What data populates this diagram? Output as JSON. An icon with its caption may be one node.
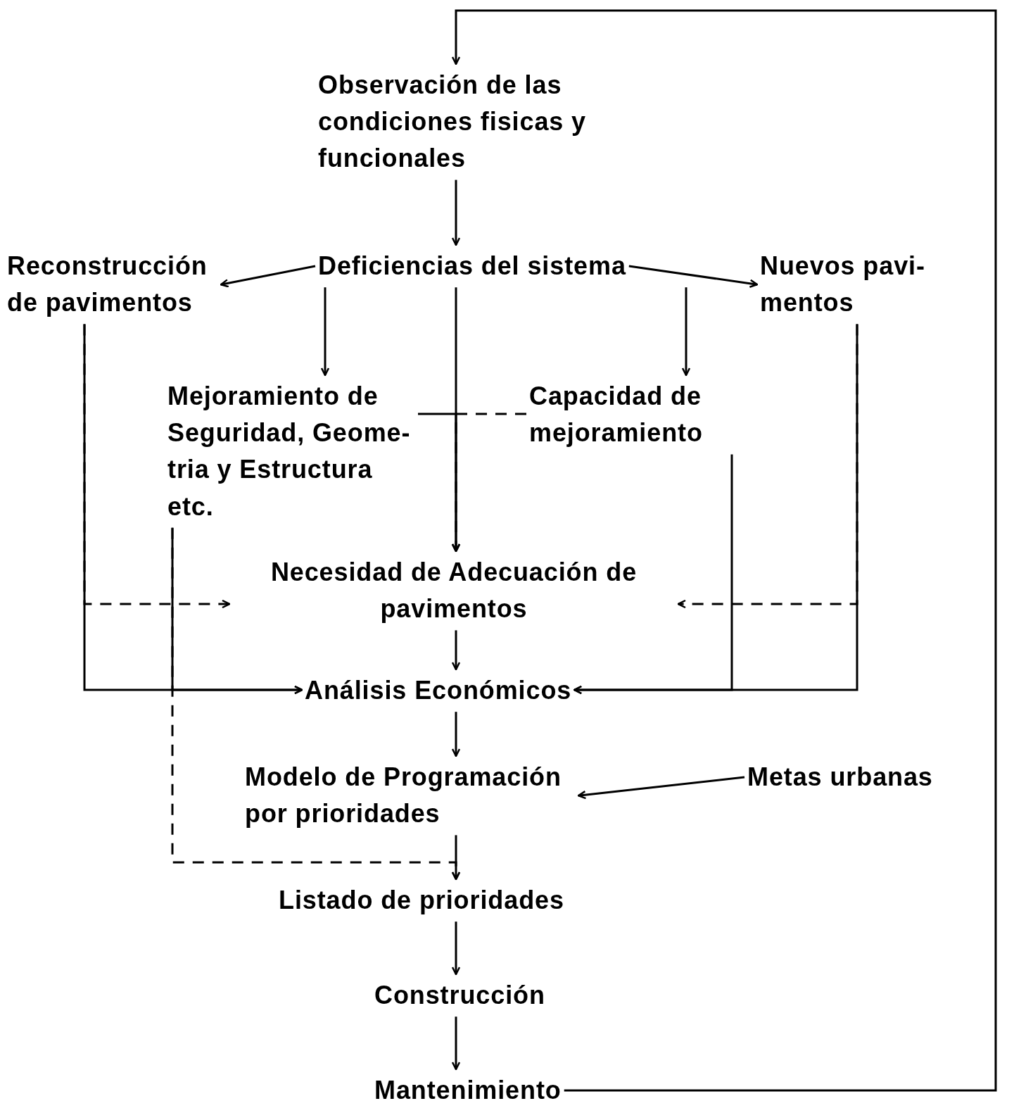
{
  "diagram": {
    "nodes": [
      {
        "text": [
          "Observación de las condiciones fisicas y funcionales"
        ]
      },
      {
        "text": [
          "Deficiencias del sistema"
        ]
      },
      {
        "text": [
          "Reconstrucción de pavimentos"
        ]
      },
      {
        "text": [
          "Nuevos pavi- mentos"
        ]
      },
      {
        "text": [
          "Mejoramiento de Seguridad, Geome- tria y Estructura etc."
        ]
      },
      {
        "text": [
          "Capacidad de mejoramiento"
        ]
      },
      {
        "text": [
          "Necesidad de Adecuación de pavimentos"
        ]
      },
      {
        "text": [
          "Análisis Económicos"
        ]
      },
      {
        "text": [
          "Modelo de Programación por prioridades"
        ]
      },
      {
        "text": [
          "Metas urbanas"
        ]
      },
      {
        "text": [
          "Listado de prioridades"
        ]
      },
      {
        "text": [
          "Construcción"
        ]
      },
      {
        "text": [
          "Mantenimiento"
        ]
      }
    ],
    "edges": [
      {
        "from": 0,
        "to": 1,
        "arrow": "to"
      },
      {
        "from": 1,
        "to": 2,
        "arrow": "to"
      },
      {
        "from": 1,
        "to": 3,
        "arrow": "to"
      },
      {
        "from": 1,
        "to": 4,
        "arrow": "to"
      },
      {
        "from": 1,
        "to": 5,
        "arrow": "to"
      },
      {
        "from": 1,
        "to": 6,
        "arrow": "to"
      },
      {
        "from": 4,
        "to": 6,
        "arrow": "to"
      },
      {
        "from": 5,
        "to": 6,
        "arrow": "to",
        "style": "dashed"
      },
      {
        "from": 2,
        "to": 6,
        "arrow": "to",
        "style": "dashed"
      },
      {
        "from": 3,
        "to": 6,
        "arrow": "to",
        "style": "dashed"
      },
      {
        "from": 2,
        "to": 7,
        "arrow": "to"
      },
      {
        "from": 3,
        "to": 7,
        "arrow": "to"
      },
      {
        "from": 4,
        "to": 7,
        "arrow": "to"
      },
      {
        "from": 5,
        "to": 7,
        "arrow": "to"
      },
      {
        "from": 4,
        "to": 10,
        "arrow": "to",
        "style": "dashed"
      },
      {
        "from": 6,
        "to": 7,
        "arrow": "to"
      },
      {
        "from": 7,
        "to": 8,
        "arrow": "to"
      },
      {
        "from": 9,
        "to": 8,
        "arrow": "to"
      },
      {
        "from": 8,
        "to": 10,
        "arrow": "to"
      },
      {
        "from": 10,
        "to": 11,
        "arrow": "to"
      },
      {
        "from": 11,
        "to": 12,
        "arrow": "to"
      },
      {
        "from": 12,
        "to": 0,
        "arrow": "to"
      }
    ]
  }
}
